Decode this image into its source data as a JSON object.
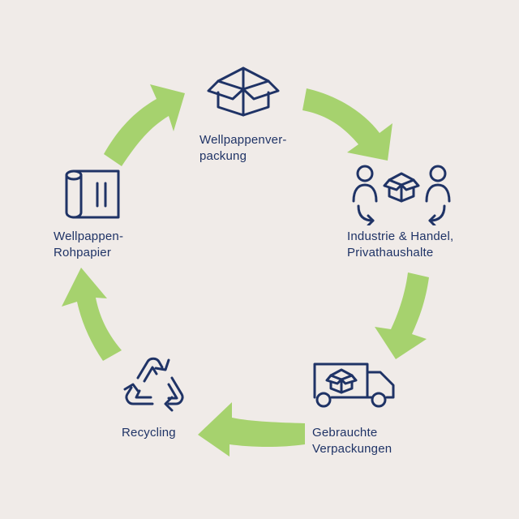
{
  "diagram": {
    "colors": {
      "background": "#f0ebe8",
      "icon": "#1f3366",
      "arrow": "#a6d26e",
      "text": "#1f3366"
    },
    "nodes": [
      {
        "id": "box",
        "icon": "open-box-icon",
        "label": [
          "Wellpappenver-",
          "packung"
        ]
      },
      {
        "id": "trade",
        "icon": "people-exchange-box-icon",
        "label": [
          "Industrie & Handel,",
          "Privathaushalte"
        ]
      },
      {
        "id": "used",
        "icon": "truck-box-icon",
        "label": [
          "Gebrauchte",
          "Verpackungen"
        ]
      },
      {
        "id": "recycling",
        "icon": "recycling-icon",
        "label": [
          "Recycling"
        ]
      },
      {
        "id": "paper",
        "icon": "paper-roll-icon",
        "label": [
          "Wellpappen-",
          "Rohpapier"
        ]
      }
    ],
    "flow": "clockwise"
  }
}
